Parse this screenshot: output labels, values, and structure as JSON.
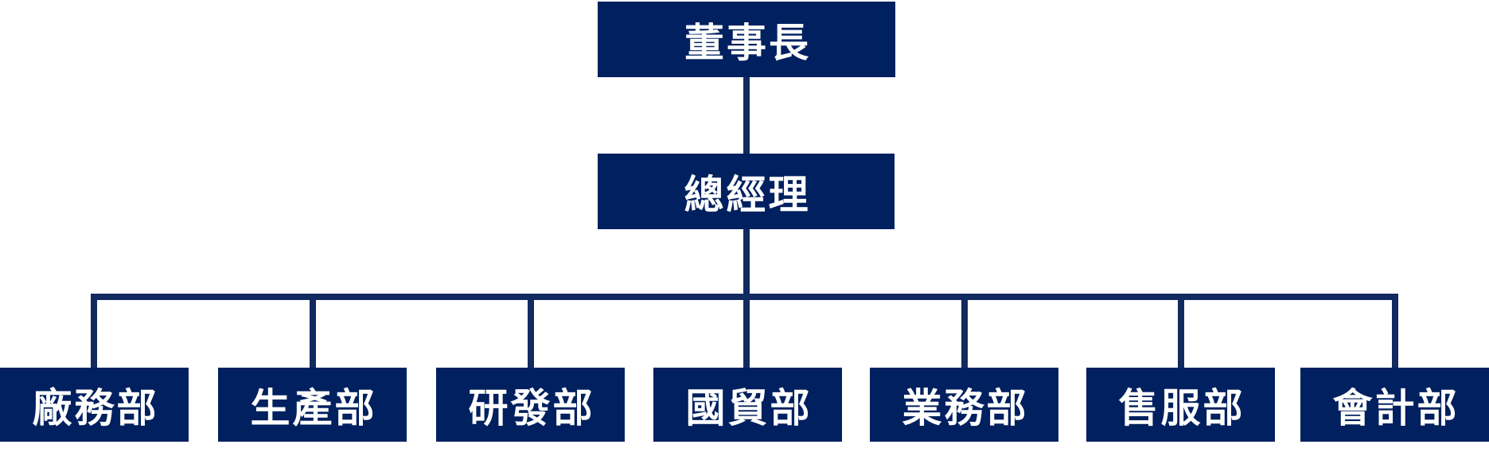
{
  "org_chart": {
    "type": "organization-chart",
    "nodes": {
      "chairman": "董事長",
      "general_manager": "總經理"
    },
    "departments": [
      {
        "label": "廠務部"
      },
      {
        "label": "生產部"
      },
      {
        "label": "研發部"
      },
      {
        "label": "國貿部"
      },
      {
        "label": "業務部"
      },
      {
        "label": "售服部"
      },
      {
        "label": "會計部"
      }
    ],
    "colors": {
      "node_fill": "#002060",
      "connector": "#122a60",
      "text": "#fffffe",
      "background": "#ffffff"
    }
  }
}
